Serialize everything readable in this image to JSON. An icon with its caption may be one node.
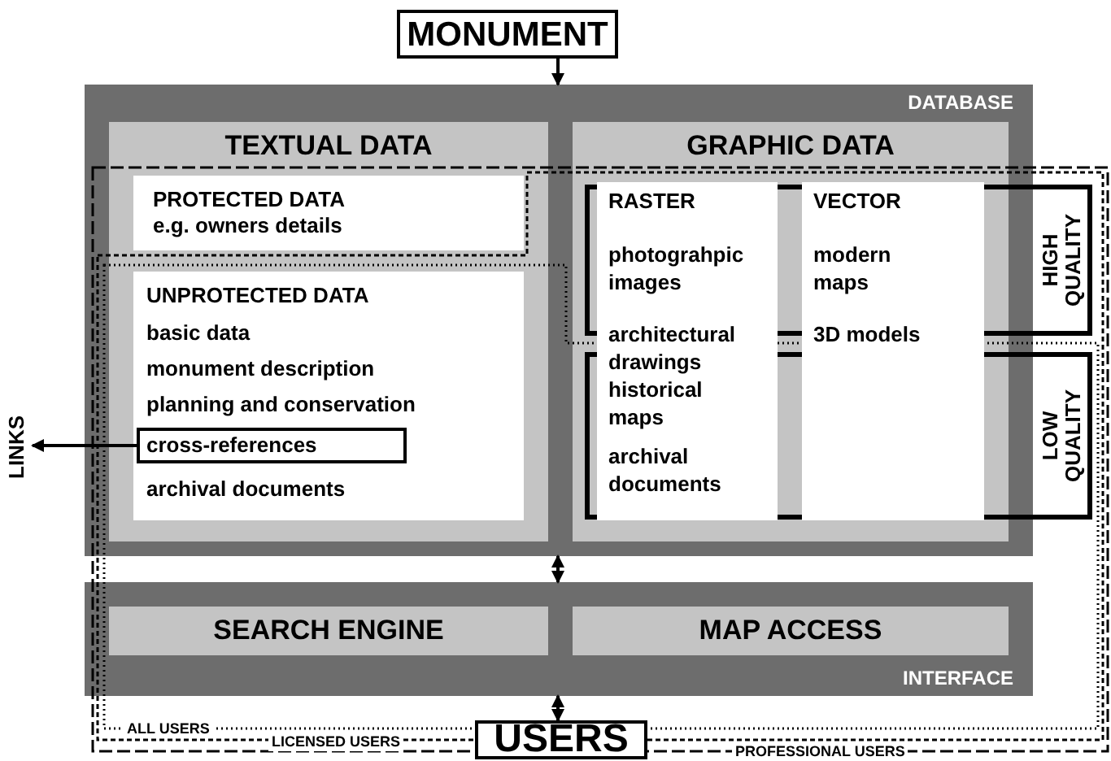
{
  "diagram": {
    "nodes": [
      {
        "text": [
          "MONUMENT"
        ]
      },
      {
        "text": [
          "DATABASE"
        ]
      },
      {
        "text": [
          "TEXTUAL DATA"
        ],
        "in": 1
      },
      {
        "text": [
          "PROTECTED DATA",
          "e.g. owners details"
        ],
        "in": 2
      },
      {
        "text": [
          "UNPROTECTED DATA",
          "basic data",
          "monument description",
          "planning and conservation",
          "archival documents"
        ],
        "in": 2
      },
      {
        "text": [
          "cross-references"
        ],
        "in": 4
      },
      {
        "text": [
          "LINKS"
        ]
      },
      {
        "text": [
          "GRAPHIC DATA"
        ],
        "in": 1
      },
      {
        "text": [
          "RASTER",
          "photograhpic images",
          "architectural drawings",
          "historical maps",
          "archival documents"
        ],
        "in": 7
      },
      {
        "text": [
          "VECTOR",
          "modern maps",
          "3D models"
        ],
        "in": 7
      },
      {
        "text": [
          "INTERFACE"
        ]
      },
      {
        "text": [
          "SEARCH ENGINE"
        ],
        "in": 10
      },
      {
        "text": [
          "MAP ACCESS"
        ],
        "in": 10
      },
      {
        "text": [
          "USERS"
        ]
      }
    ],
    "edges": [
      {
        "from": 0,
        "to": 1,
        "arrow": "to"
      },
      {
        "from": 1,
        "to": 10,
        "arrow": "both"
      },
      {
        "from": 10,
        "to": 13,
        "arrow": "both"
      },
      {
        "from": 5,
        "to": 6,
        "arrow": "to"
      }
    ],
    "labels": [
      "HIGH QUALITY",
      "LOW QUALITY",
      "ALL USERS",
      "LICENSED USERS",
      "PROFESSIONAL USERS"
    ]
  }
}
